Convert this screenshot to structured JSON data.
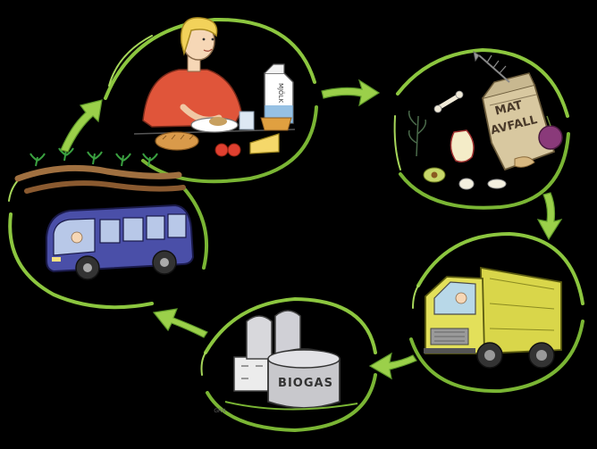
{
  "colors": {
    "background": "#000000",
    "ring": "#8cc63f",
    "ring_dark": "#5f9a2a",
    "arrow": "#9bd04a",
    "truck": "#d9d64a",
    "bus": "#4a4fa8",
    "shirt": "#e0553a",
    "hair": "#f2d25a",
    "bag": "#d8c8a0",
    "onion": "#8a3a7a",
    "tank": "#c8c8cc"
  },
  "diagram": {
    "steps": [
      {
        "id": "eating",
        "label": "Person eating a meal",
        "icon": "person-eating-icon"
      },
      {
        "id": "food-waste",
        "label": "Food waste bag",
        "icon": "waste-bag-icon"
      },
      {
        "id": "collection",
        "label": "Garbage truck",
        "icon": "garbage-truck-icon"
      },
      {
        "id": "biogas-plant",
        "label": "Biogas plant",
        "icon": "biogas-plant-icon"
      },
      {
        "id": "bus-and-fields",
        "label": "Bus and fields",
        "icon": "bus-icon"
      }
    ],
    "texts": {
      "milk": "MJÖLK",
      "waste_line1": "MAT",
      "waste_line2": "AVFALL",
      "biogas": "BIOGAS",
      "signature": "GRN"
    }
  }
}
